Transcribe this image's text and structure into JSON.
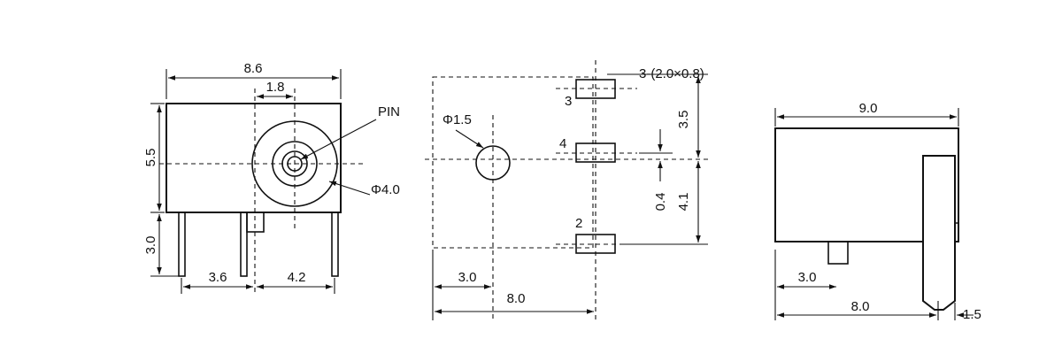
{
  "front_view": {
    "dim_total_width": "8.6",
    "dim_pin_offset": "1.8",
    "dim_height": "5.5",
    "dim_pin_length": "3.0",
    "dim_left_pin": "3.6",
    "dim_right_pin": "4.2",
    "label_pin": "PIN",
    "label_diameter": "Φ4.0"
  },
  "bottom_view": {
    "dim_hole_diameter": "Φ1.5",
    "label_pad_spec": "3-(2.0×0.8)",
    "pad_3": "3",
    "pad_4": "4",
    "pad_2": "2",
    "dim_pad_top": "3.5",
    "dim_offset": "0.4",
    "dim_pad_bottom": "4.1",
    "dim_hole_x": "3.0",
    "dim_total_length": "8.0"
  },
  "side_view": {
    "dim_length": "9.0",
    "dim_pin_x": "3.0",
    "dim_body_length": "8.0",
    "dim_lead": "1.5"
  }
}
